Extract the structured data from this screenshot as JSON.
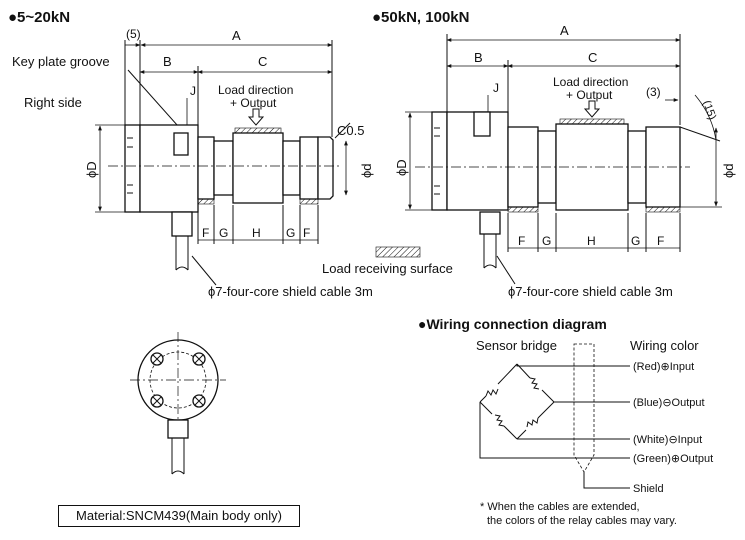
{
  "sections": {
    "left_title": "●5~20kN",
    "right_title": "●50kN, 100kN",
    "wiring_title": "●Wiring connection diagram"
  },
  "dimensions": {
    "A": "A",
    "B": "B",
    "C": "C",
    "J": "J",
    "F": "F",
    "G": "G",
    "H": "H",
    "phiD": "ϕD",
    "phid": "ϕd",
    "five": "(5)",
    "three": "(3)",
    "fifteen": "(15)",
    "chamfer": "C0.5"
  },
  "labels": {
    "key_plate_groove": "Key plate groove",
    "right_side": "Right side",
    "load_direction": "Load direction",
    "output": "+ Output",
    "load_receiving_surface": "Load receiving surface",
    "cable": "ϕ7-four-core shield cable 3m",
    "material": "Material:SNCM439(Main body only)"
  },
  "wiring": {
    "sensor_bridge": "Sensor bridge",
    "wiring_color": "Wiring color",
    "wires": [
      "(Red)⊕Input",
      "(Blue)⊖Output",
      "(White)⊖Input",
      "(Green)⊕Output"
    ],
    "shield": "Shield",
    "note_line1": "* When the cables are extended,",
    "note_line2": "the colors of the relay cables may vary."
  }
}
